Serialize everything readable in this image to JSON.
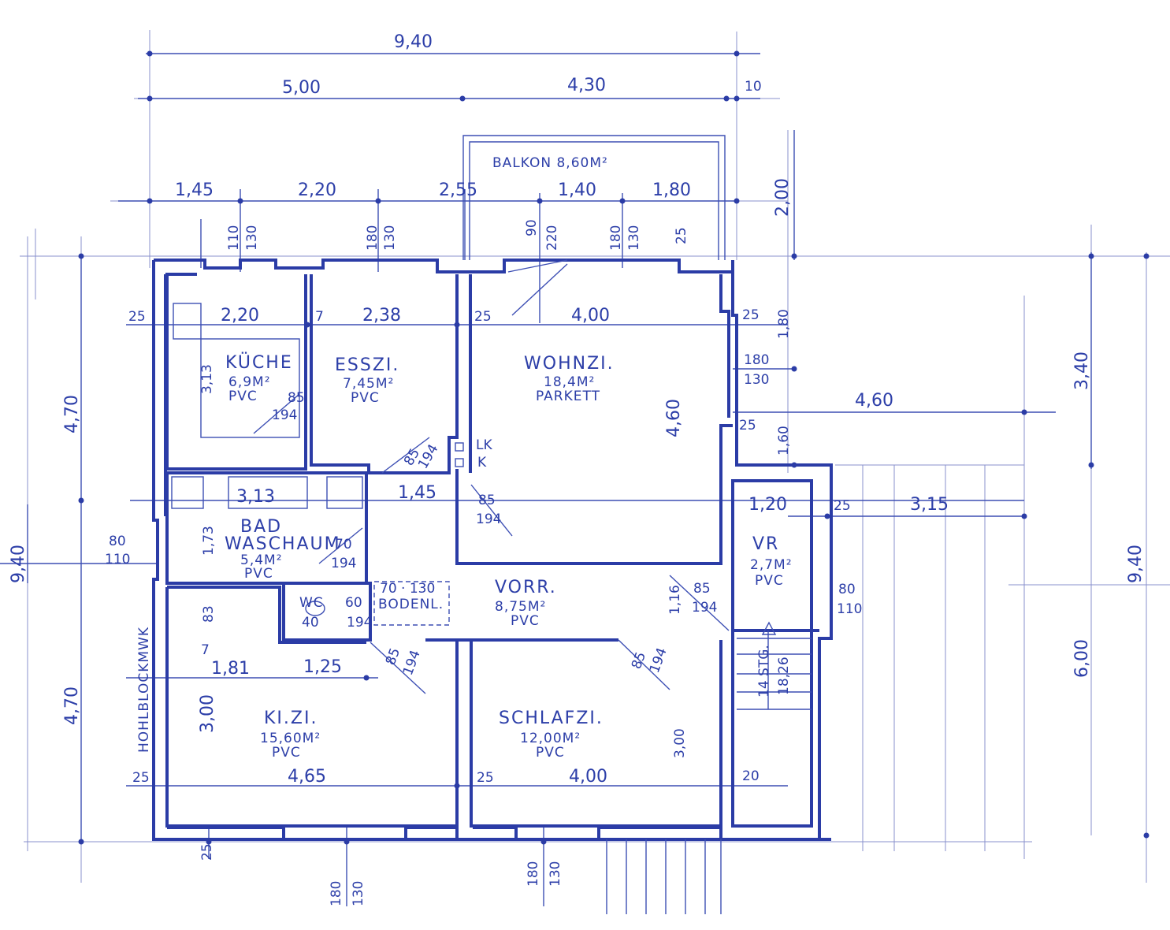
{
  "plan": {
    "overall": {
      "width_top": "9,40",
      "left_part": "5,00",
      "right_part": "4,30",
      "right_extra": "10",
      "height_left": "9,40",
      "height_right": "9,40"
    },
    "balcony": {
      "label": "BALKON 8,60M²",
      "depth": "2,00"
    },
    "top_segments": [
      "1,45",
      "2,20",
      "2,55",
      "1,40",
      "1,80"
    ],
    "openings_top": [
      {
        "w": "110",
        "h": "130"
      },
      {
        "w": "180",
        "h": "130"
      },
      {
        "w": "90",
        "h": "220"
      },
      {
        "w": "180",
        "h": "130"
      },
      {
        "w": "25",
        "h": ""
      }
    ],
    "openings_bottom": [
      {
        "w": "180",
        "h": "130"
      },
      {
        "w": "180",
        "h": "130"
      }
    ],
    "openings_left": [
      {
        "w": "80",
        "h": "110"
      }
    ],
    "openings_right": [
      {
        "w": "180",
        "h": "130"
      },
      {
        "w": "80",
        "h": "110"
      }
    ],
    "left_heights": [
      "4,70",
      "4,70"
    ],
    "right_heights": [
      "1,80",
      "1,60",
      "3,40",
      "6,00"
    ],
    "wall_thickness": [
      "25",
      "7",
      "25",
      "25",
      "25",
      "25",
      "25",
      "25"
    ],
    "side_width": "4,60",
    "hohlblock": "HOHLBLOCKMWK",
    "rooms": [
      {
        "name": "KÜCHE",
        "area": "6,9M²",
        "floor": "PVC",
        "width": "2,20",
        "height": "3,13",
        "door": "85",
        "door_h": "194"
      },
      {
        "name": "ESSZI.",
        "area": "7,45M²",
        "floor": "PVC",
        "width": "2,38"
      },
      {
        "name": "WOHNZI.",
        "area": "18,4M²",
        "floor": "PARKETT",
        "width": "4,00",
        "height": "4,60"
      },
      {
        "name": "BAD",
        "area": "5,4M²",
        "floor": "PVC",
        "sub": "WASCHAUM",
        "width": "3,13",
        "height": "1,73",
        "door": "70",
        "door_h": "194"
      },
      {
        "name": "VORR.",
        "area": "8,75M²",
        "floor": "PVC",
        "width": "1,45",
        "height": "1,16"
      },
      {
        "name": "WC",
        "area": "",
        "floor": "",
        "door": "60",
        "door_h": "194",
        "extra": "40"
      },
      {
        "name": "BODENL.",
        "size": "70 · 130"
      },
      {
        "name": "KI.ZI.",
        "area": "15,60M²",
        "floor": "PVC",
        "width": "4,65",
        "height": "3,00",
        "seg1": "1,81",
        "seg2": "1,25"
      },
      {
        "name": "SCHLAFZI.",
        "area": "12,00M²",
        "floor": "PVC",
        "width": "4,00",
        "height": "3,00"
      },
      {
        "name": "VR",
        "area": "2,7M²",
        "floor": "PVC",
        "width": "1,20"
      }
    ],
    "stairs": {
      "steps": "14 STG.",
      "rise": "18,26"
    },
    "annex_width": "3,15",
    "misc_marks": [
      "LK",
      "K",
      "83",
      "7",
      "25",
      "20"
    ],
    "door_labels": [
      "85",
      "194",
      "85",
      "194",
      "85",
      "194",
      "85",
      "194",
      "85",
      "194",
      "70",
      "194"
    ]
  }
}
